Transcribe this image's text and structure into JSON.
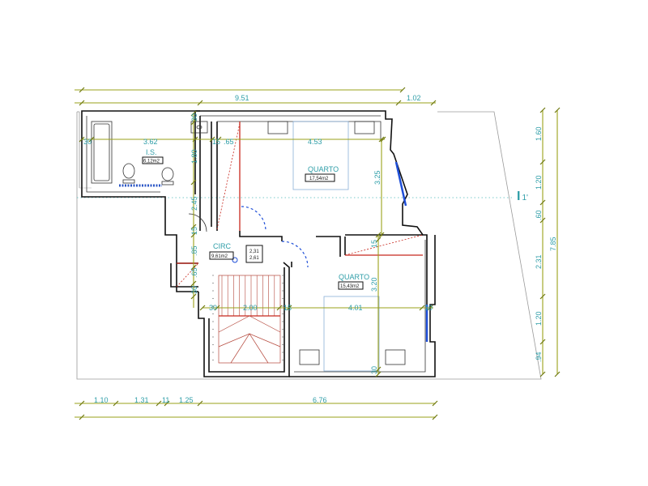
{
  "rooms": {
    "ls": {
      "name": "I.S.",
      "area": "6,12m2"
    },
    "quarto_top": {
      "name": "QUARTO",
      "area": "17,54m2"
    },
    "circ": {
      "name": "CIRC",
      "area": "9,61m2"
    },
    "circ_small": {
      "value_a": "2,31",
      "value_b": "2,61"
    },
    "quarto_bottom": {
      "name": "QUARTO",
      "area": "15,43m2"
    }
  },
  "dimensions": {
    "top_overall": "9.51",
    "top_right": "1.02",
    "ls_width": "3.62",
    "ls_left": "30",
    "ls_right_a": "15",
    "ls_right_b": ".65",
    "quarto_top_width": "4.53",
    "vert_ls_30": "30",
    "vert_ls_180": "1.80",
    "vert_245": "2.45",
    "vert_15a": "15",
    "vert_85": ".85",
    "vert_65": ".65",
    "vert_30b": "30",
    "quarto_top_height": "3.25",
    "quarto_bottom_15": "15",
    "quarto_bottom_height": "3.20",
    "quarto_bottom_30": "30",
    "stair_left_30": "30",
    "stair_width": "2.00",
    "stair_right_15": "15",
    "quarto_bottom_width": "4.01",
    "window_right_10": "10",
    "right_160": "1.60",
    "right_120a": "1.20",
    "right_60": ".60",
    "right_231": "2.31",
    "right_120b": "1.20",
    "right_94": ".94",
    "right_total": "7.85",
    "bottom_110": "1.10",
    "bottom_131": "1.31",
    "bottom_11": "11",
    "bottom_125": "1.25",
    "bottom_676": "6.76"
  },
  "section_mark": "1'"
}
